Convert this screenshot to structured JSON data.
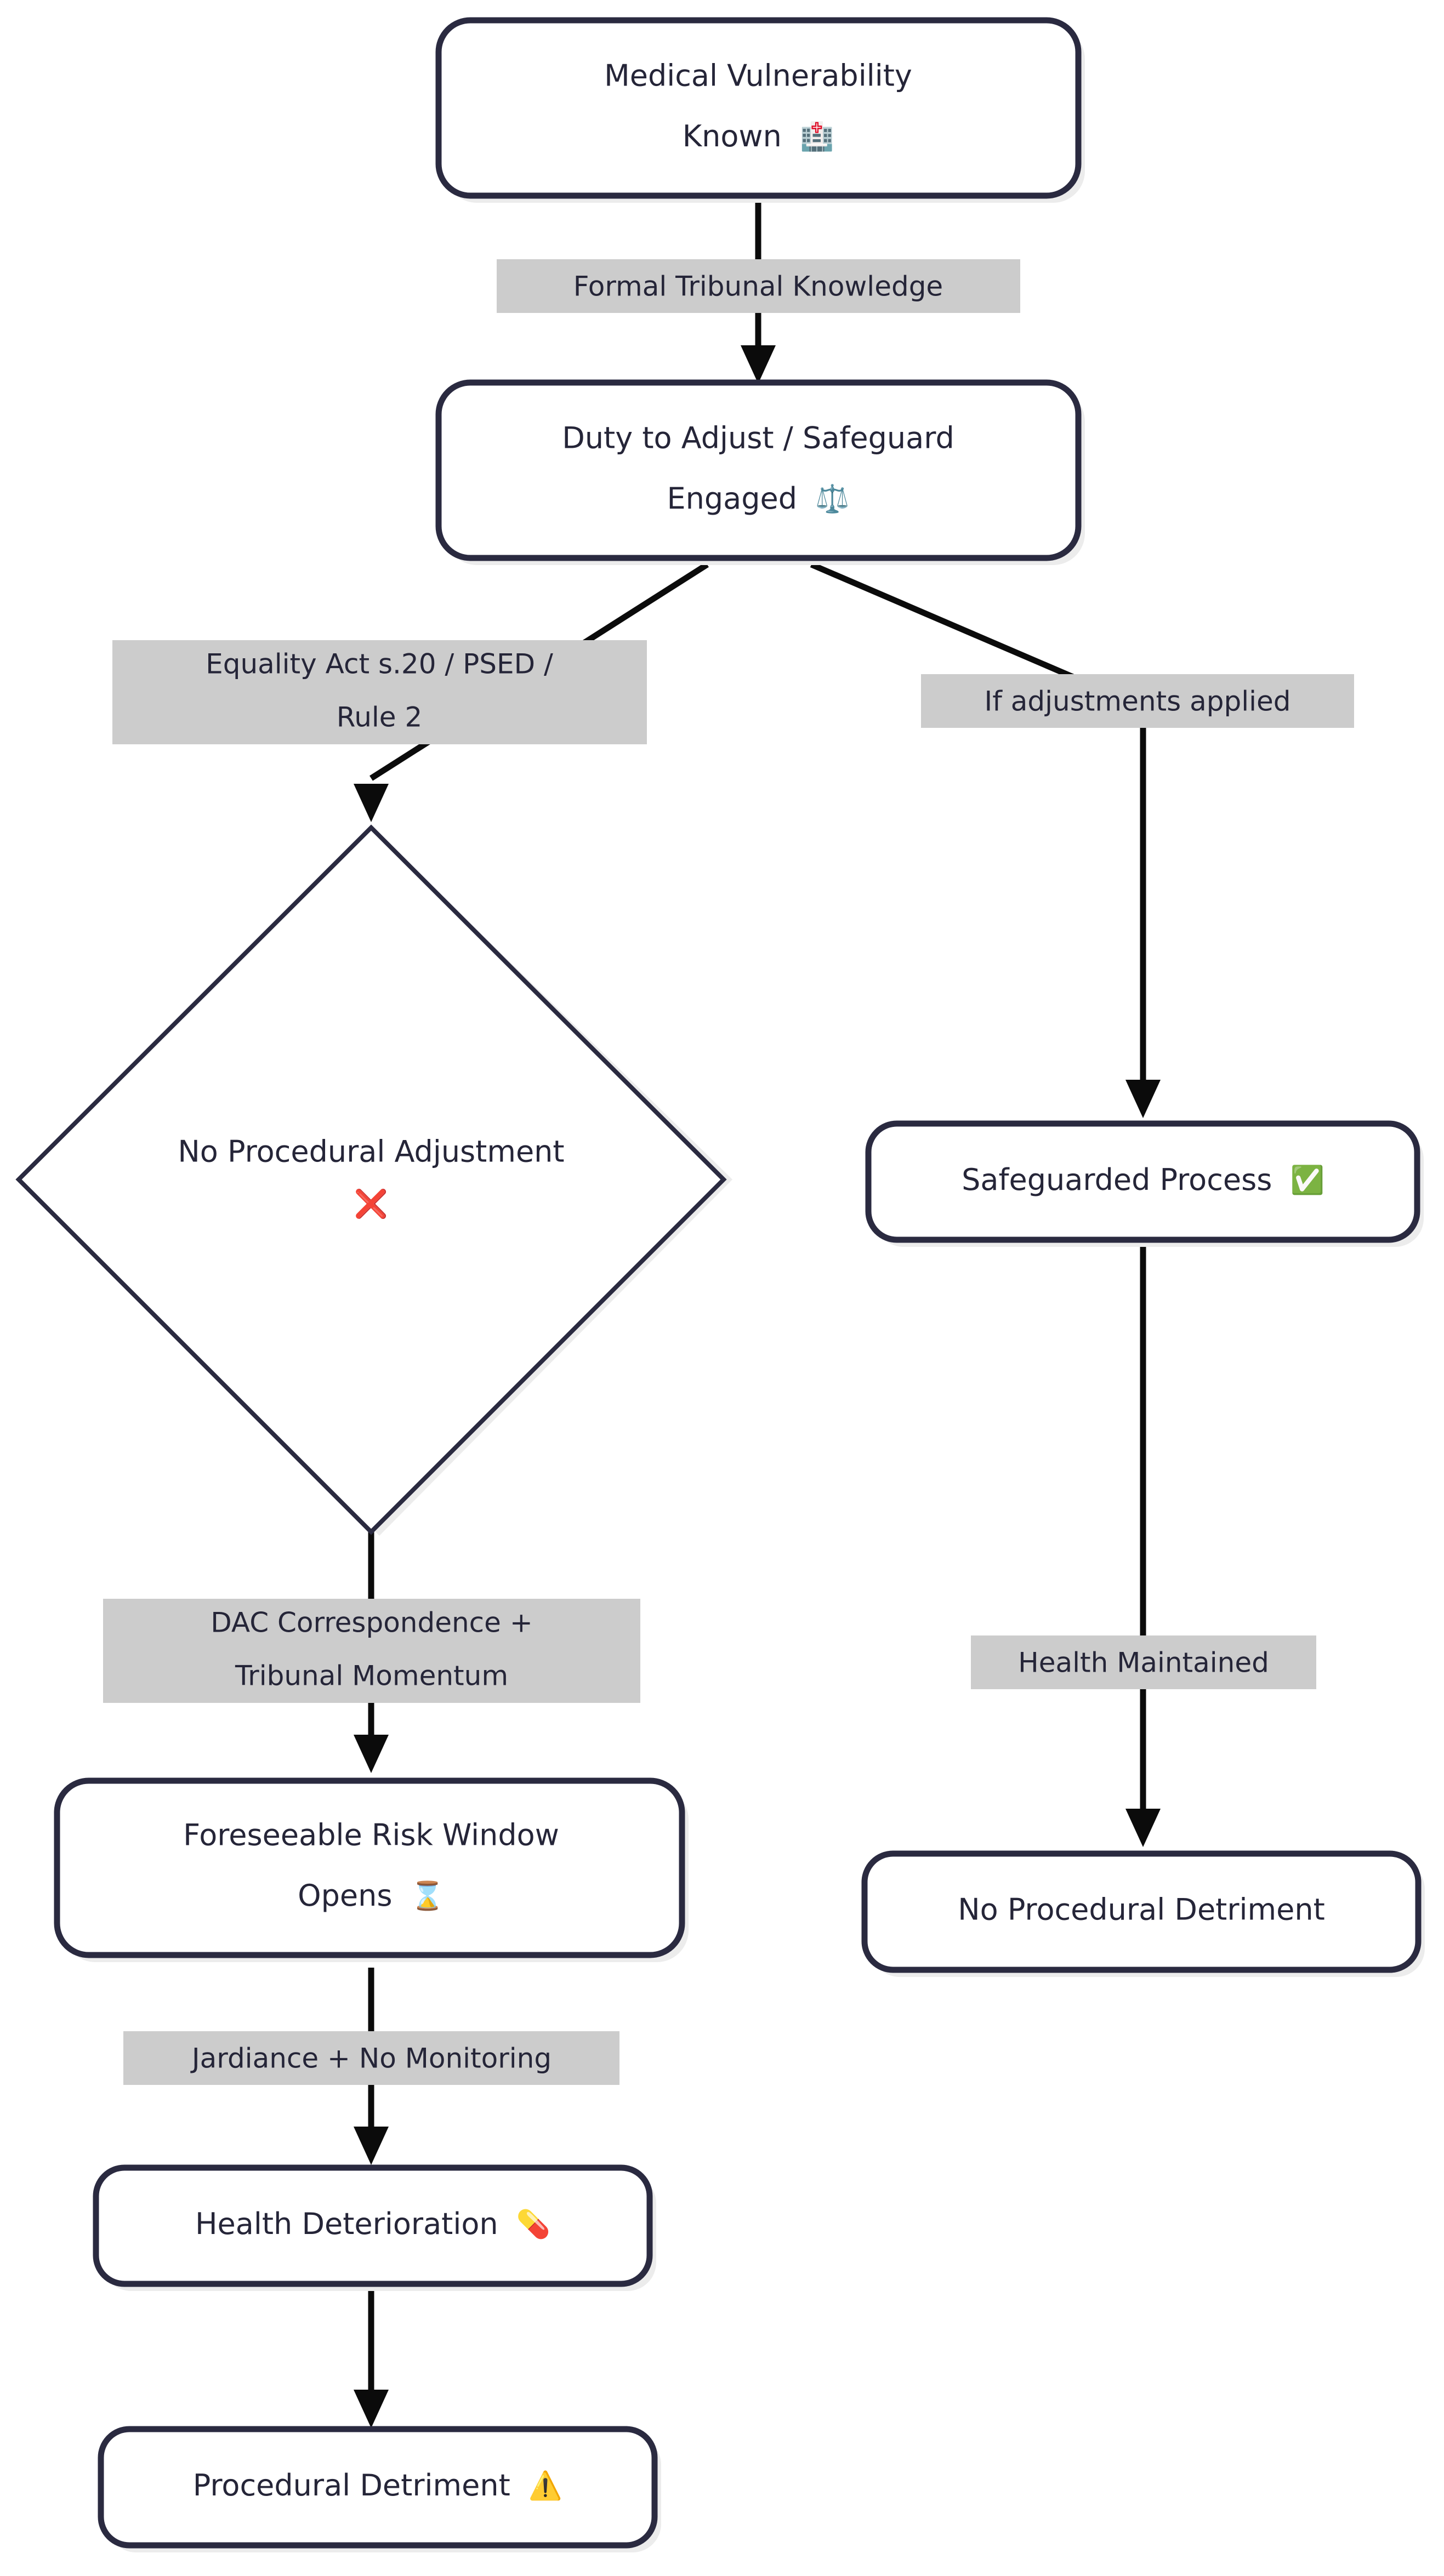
{
  "diagram": {
    "type": "flowchart",
    "direction": "top-down",
    "background_color": "#ffffff",
    "node_border_color": "#2a2a40",
    "node_fill_color": "#ffffff",
    "node_shadow_color": "#ececec",
    "edge_color": "#0b0b0b",
    "edge_label_bg_color": "#cccccc",
    "text_color": "#252538",
    "nodes": [
      {
        "id": "medical-vulnerability-known",
        "shape": "rounded-rect",
        "line1": "Medical Vulnerability",
        "line2": "Known",
        "emoji": "🏥",
        "emoji_name": "hospital-icon"
      },
      {
        "id": "duty-to-adjust-safeguard-engaged",
        "shape": "rounded-rect",
        "line1": "Duty to Adjust / Safeguard",
        "line2": "Engaged",
        "emoji": "⚖️",
        "emoji_name": "balance-scale-icon"
      },
      {
        "id": "no-procedural-adjustment",
        "shape": "diamond",
        "line1": "No Procedural Adjustment",
        "line2": "",
        "emoji": "❌",
        "emoji_name": "cross-mark-icon"
      },
      {
        "id": "safeguarded-process",
        "shape": "rounded-rect",
        "line1": "Safeguarded Process",
        "line2": "",
        "emoji": "✅",
        "emoji_name": "check-mark-button-icon"
      },
      {
        "id": "foreseeable-risk-window-opens",
        "shape": "rounded-rect",
        "line1": "Foreseeable Risk Window",
        "line2": "Opens",
        "emoji": "⌛",
        "emoji_name": "hourglass-icon"
      },
      {
        "id": "health-deterioration",
        "shape": "rounded-rect",
        "line1": "Health Deterioration",
        "line2": "",
        "emoji": "💊",
        "emoji_name": "pill-icon"
      },
      {
        "id": "procedural-detriment",
        "shape": "rounded-rect",
        "line1": "Procedural Detriment",
        "line2": "",
        "emoji": "⚠️",
        "emoji_name": "warning-icon"
      },
      {
        "id": "no-procedural-detriment",
        "shape": "rounded-rect",
        "line1": "No Procedural Detriment",
        "line2": "",
        "emoji": "",
        "emoji_name": ""
      }
    ],
    "edges": [
      {
        "id": "edge-formal-tribunal-knowledge",
        "from": "medical-vulnerability-known",
        "to": "duty-to-adjust-safeguard-engaged",
        "label_line1": "Formal Tribunal Knowledge",
        "label_line2": ""
      },
      {
        "id": "edge-equality-act",
        "from": "duty-to-adjust-safeguard-engaged",
        "to": "no-procedural-adjustment",
        "label_line1": "Equality Act s.20 / PSED /",
        "label_line2": "Rule 2"
      },
      {
        "id": "edge-if-adjustments-applied",
        "from": "duty-to-adjust-safeguard-engaged",
        "to": "safeguarded-process",
        "label_line1": "If adjustments applied",
        "label_line2": ""
      },
      {
        "id": "edge-dac-correspondence",
        "from": "no-procedural-adjustment",
        "to": "foreseeable-risk-window-opens",
        "label_line1": "DAC Correspondence +",
        "label_line2": "Tribunal Momentum"
      },
      {
        "id": "edge-jardiance-no-monitoring",
        "from": "foreseeable-risk-window-opens",
        "to": "health-deterioration",
        "label_line1": "Jardiance + No Monitoring",
        "label_line2": ""
      },
      {
        "id": "edge-to-procedural-detriment",
        "from": "health-deterioration",
        "to": "procedural-detriment",
        "label_line1": "",
        "label_line2": ""
      },
      {
        "id": "edge-health-maintained",
        "from": "safeguarded-process",
        "to": "no-procedural-detriment",
        "label_line1": "Health Maintained",
        "label_line2": ""
      }
    ]
  }
}
